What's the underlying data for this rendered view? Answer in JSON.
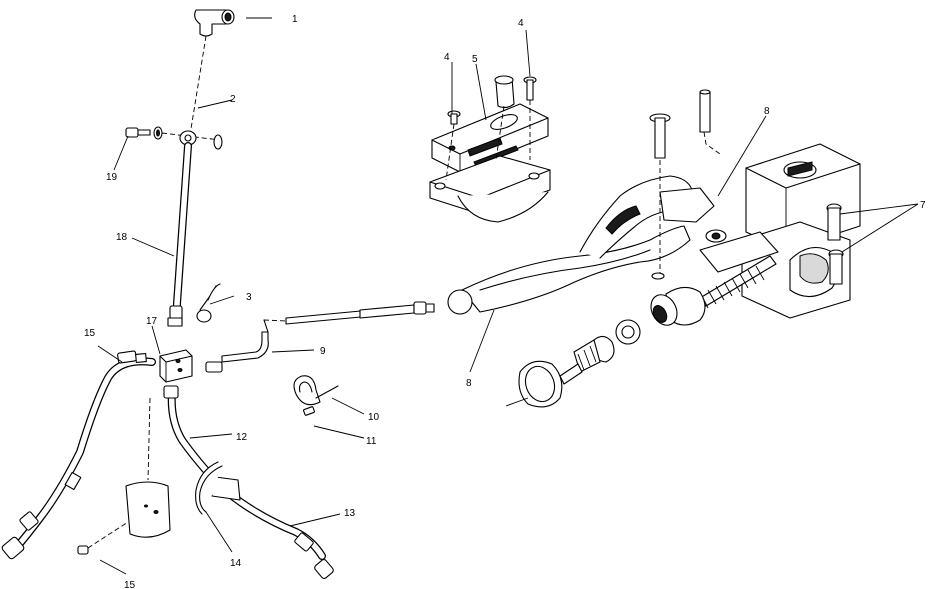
{
  "callouts": [
    {
      "id": "c1",
      "text": "1"
    },
    {
      "id": "c2",
      "text": "2"
    },
    {
      "id": "c3",
      "text": "3"
    },
    {
      "id": "c4a",
      "text": "4"
    },
    {
      "id": "c4b",
      "text": "4"
    },
    {
      "id": "c5",
      "text": "5"
    },
    {
      "id": "c7",
      "text": "7"
    },
    {
      "id": "c8a",
      "text": "8"
    },
    {
      "id": "c8b",
      "text": "8"
    },
    {
      "id": "c9",
      "text": "9"
    },
    {
      "id": "c10",
      "text": "10"
    },
    {
      "id": "c11",
      "text": "11"
    },
    {
      "id": "c12",
      "text": "12"
    },
    {
      "id": "c13",
      "text": "13"
    },
    {
      "id": "c14",
      "text": "14"
    },
    {
      "id": "c15a",
      "text": "15"
    },
    {
      "id": "c15b",
      "text": "15"
    },
    {
      "id": "c17",
      "text": "17"
    },
    {
      "id": "c18",
      "text": "18"
    },
    {
      "id": "c19",
      "text": "19"
    }
  ]
}
